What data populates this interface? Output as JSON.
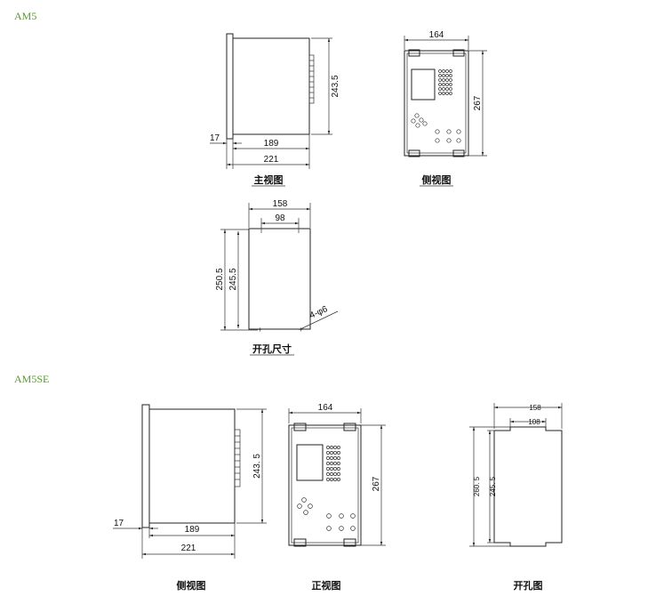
{
  "sections": {
    "am5": {
      "title": "AM5",
      "main_view": {
        "caption": "主视图",
        "dims": {
          "height": "243.5",
          "flange": "17",
          "depth": "189",
          "total": "221"
        }
      },
      "side_view": {
        "caption": "侧视图",
        "dims": {
          "width": "164",
          "height": "267"
        }
      },
      "cutout": {
        "caption": "开孔尺寸",
        "dims": {
          "outer_width": "158",
          "inner_width": "98",
          "outer_height": "250.5",
          "inner_height": "245.5",
          "holes": "4-φ6"
        }
      }
    },
    "am5se": {
      "title": "AM5SE",
      "side_view": {
        "caption": "侧视图",
        "dims": {
          "height": "243. 5",
          "flange": "17",
          "depth": "189",
          "total": "221"
        }
      },
      "front_view": {
        "caption": "正视图",
        "dims": {
          "width": "164",
          "height": "267"
        }
      },
      "cutout": {
        "caption": "开孔图",
        "dims": {
          "outer_width": "158",
          "inner_width": "108",
          "outer_height": "260. 5",
          "inner_height": "245. 5"
        }
      }
    }
  }
}
